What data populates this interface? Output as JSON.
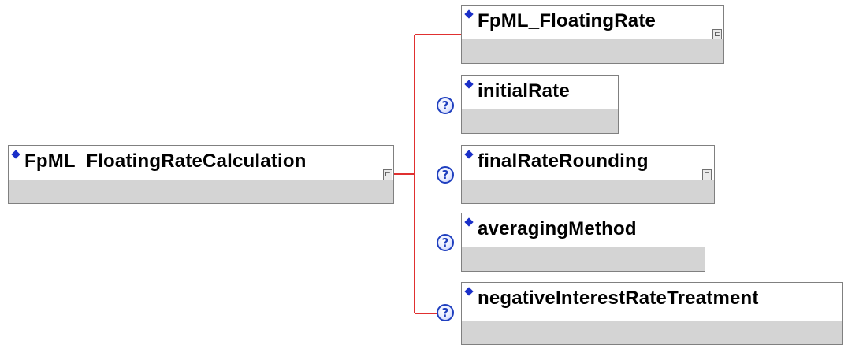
{
  "root": {
    "label": "FpML_FloatingRateCalculation",
    "complex_mark": "⊏"
  },
  "children": [
    {
      "label": "FpML_FloatingRate",
      "optional": false,
      "complex": true
    },
    {
      "label": "initialRate",
      "optional": true,
      "complex": false
    },
    {
      "label": "finalRateRounding",
      "optional": true,
      "complex": true
    },
    {
      "label": "averagingMethod",
      "optional": true,
      "complex": false
    },
    {
      "label": "negativeInterestRateTreatment",
      "optional": true,
      "complex": false
    }
  ],
  "optional_symbol": "?",
  "complex_symbol": "⊏",
  "colors": {
    "connector": "#e03030",
    "diamond": "#1a2fc8",
    "box_fill": "#d4d4d4",
    "optional_icon": "#1f3fbf"
  }
}
